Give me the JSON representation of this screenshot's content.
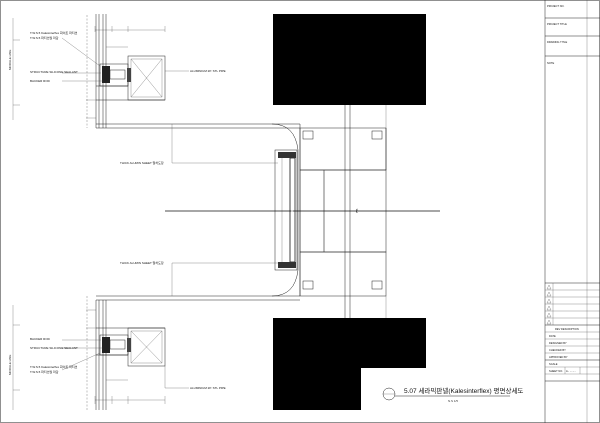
{
  "callouts": {
    "top_glass_spec": "T.W.S.5 Kalesinterflex 화이트 파티션",
    "top_glass_spec2": "T.W.S.5 파티션월 마감",
    "top_structure": "STRUCTURE SILICONE SEALANT",
    "top_backer": "BACKER ROD",
    "top_pipe": "ALUMINIUM 2P. STL PIPE",
    "thick_mullion_top": "THICK ALUMIN SHEET 말차도장",
    "thick_mullion_bottom": "THICK ALUMIN SHEET 말차도장",
    "bottom_backer": "BACKER ROD",
    "bottom_structure": "STRUCTURE SILICONE SEALANT",
    "bottom_glass_spec": "T.W.S.5 Kalesinterflex 화이트 파티션",
    "bottom_glass_spec2": "T.W.S.5 파티션월 마감",
    "bottom_pipe": "ALUMINIUM 2P. STL PIPE",
    "vertical_dim_top": "MODULE LINE",
    "vertical_dim_bottom": "MODULE LINE",
    "centerline": "ℓ"
  },
  "detail_title": {
    "number": "",
    "text": "5.07 세라믹판넬(Kalesinterflex) 평면상세도",
    "scale": "N.S  1/5"
  },
  "title_block": {
    "project": "PROJECT NO.",
    "project_title": "PROJECT TITLE",
    "drawing_title": "DRAWING TITLE",
    "notes": "NOTE",
    "revision_header": "REV DESCRIPTION",
    "row1": "DATE",
    "row2": "DESIGNED BY",
    "row3": "CHECKED BY",
    "row4": "APPROVED BY",
    "row5": "SCALE",
    "row6": "SHEET NO.",
    "sheet_no": "A - - - - -",
    "revisions": [
      "",
      "",
      "",
      "",
      "",
      "",
      ""
    ]
  }
}
